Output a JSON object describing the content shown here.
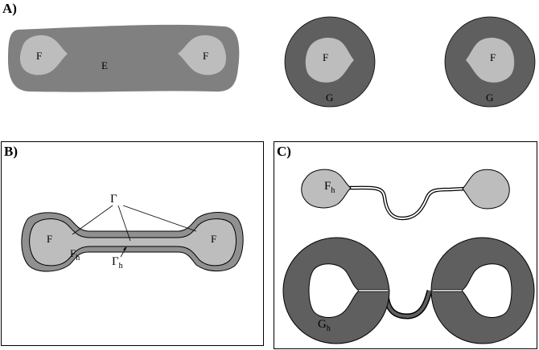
{
  "panels": {
    "a": {
      "label": "A)"
    },
    "b": {
      "label": "B)"
    },
    "c": {
      "label": "C)"
    }
  },
  "labels": {
    "F": "F",
    "E": "E",
    "G": "G",
    "Gamma": "Γ",
    "h": "h"
  },
  "colors": {
    "E_region": "#808080",
    "G_region": "#5f5f5f",
    "F_region": "#bdbdbd",
    "outline": "#000000"
  }
}
